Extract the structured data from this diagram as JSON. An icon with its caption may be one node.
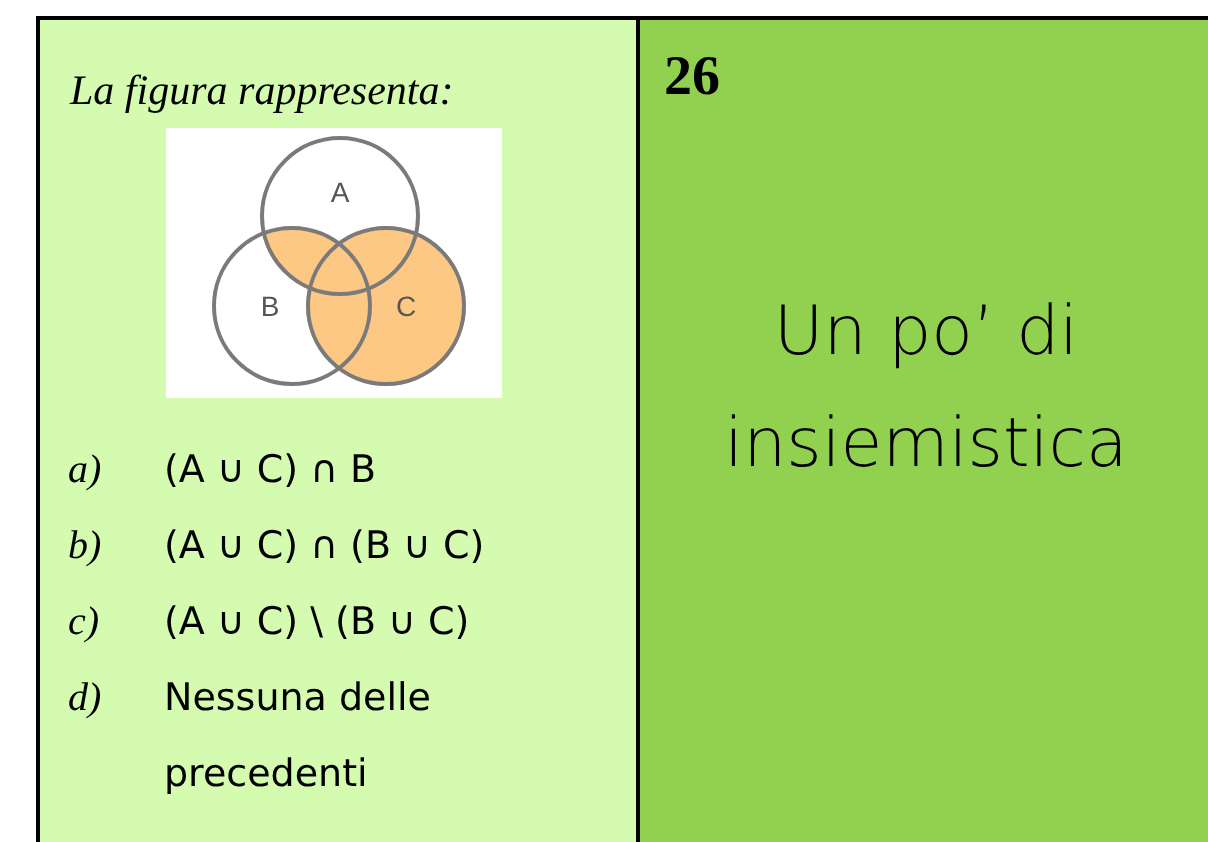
{
  "diagram": {
    "nodes": [
      {
        "text": [
          "La figura rappresenta:",
          "a)",
          "(A ∪ C) ∩ B",
          "b)",
          "(A ∪ C) ∩ (B ∪ C)",
          "c)",
          "(A ∪ C) \\ (B ∪ C)",
          "d)",
          "Nessuna delle precedenti"
        ]
      },
      {
        "text": [
          "A"
        ],
        "in": 0
      },
      {
        "text": [
          "B"
        ],
        "in": 0
      },
      {
        "text": [
          "C"
        ],
        "in": 0
      },
      {
        "text": [
          "26",
          "Un po’ di insiemistica"
        ]
      }
    ]
  }
}
